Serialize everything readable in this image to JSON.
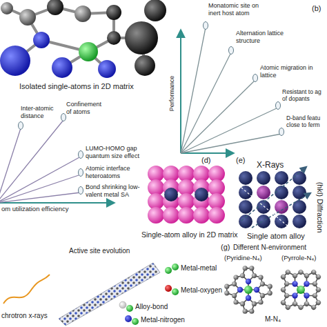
{
  "diagram": {
    "labels": [
      "Isolated single-atoms in 2D matrix",
      "(b)",
      "Monatomic site on inert host atom",
      "Alternation lattice structure",
      "Atomic migration in lattice",
      "Resistant to ag of dopants",
      "D-band featu close to ferm",
      "Performance",
      "Inter-atomic distance",
      "Confinement of atoms",
      "LUMO-HOMO gap quantum size effect",
      "Atomic interface heteroatoms",
      "Bond shrinking low-valent metal SA",
      "om utilization efficiency",
      "(d)",
      "Single-atom alloy in 2D matrix",
      "(e)",
      "X-Rays",
      "(hkl) Diffraction",
      "Single atom alloy",
      "chrotron x-rays",
      "Active site evolution",
      "Metal-metal",
      "Metal-oxygen",
      "Alloy-bond",
      "Metal-nitrogen",
      "(g)",
      "Different N-environment",
      "(Pyridine-N₄)",
      "(Pyrrole-N₄)",
      "M-N₄"
    ]
  }
}
